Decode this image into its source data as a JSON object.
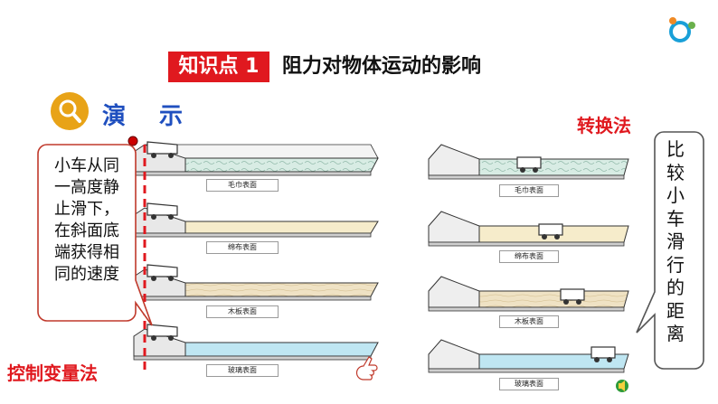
{
  "header": {
    "badge": "知识点 1",
    "title": "阻力对物体运动的影响"
  },
  "demo": {
    "label": "演 示",
    "icon": "magnifier-icon"
  },
  "methods": {
    "conversion": "转换法",
    "control_variables": "控制变量法"
  },
  "callouts": {
    "left": "小车从同一高度静止滑下，在斜面底端获得相同的速度",
    "right": "比较小车滑行的距离"
  },
  "surfaces": {
    "towel": "毛巾表面",
    "cotton": "绵布表面",
    "wood": "木板表面",
    "glass": "玻璃表面"
  },
  "colors": {
    "accent_red": "#e0191f",
    "demo_blue": "#1f4fbf",
    "towel": "#d8ece4",
    "cotton": "#f6eccb",
    "wood": "#efe2c4",
    "glass": "#bfe6f2"
  },
  "icons": [
    "logo-icon",
    "magnifier-icon",
    "pointing-hand-icon",
    "speaker-icon"
  ]
}
